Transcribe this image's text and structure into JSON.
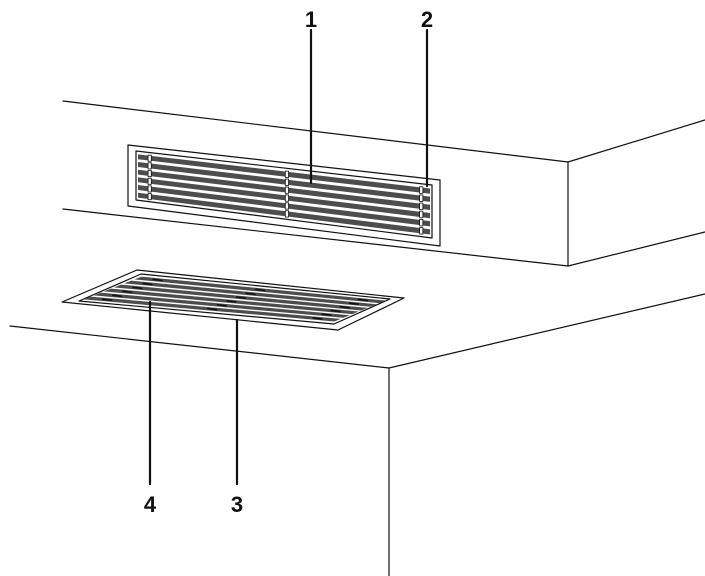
{
  "figure": {
    "callouts": {
      "c1": "1",
      "c2": "2",
      "c3": "3",
      "c4": "4"
    },
    "colors": {
      "line": "#111111",
      "slot": "#4d4d4d",
      "white": "#ffffff"
    }
  }
}
